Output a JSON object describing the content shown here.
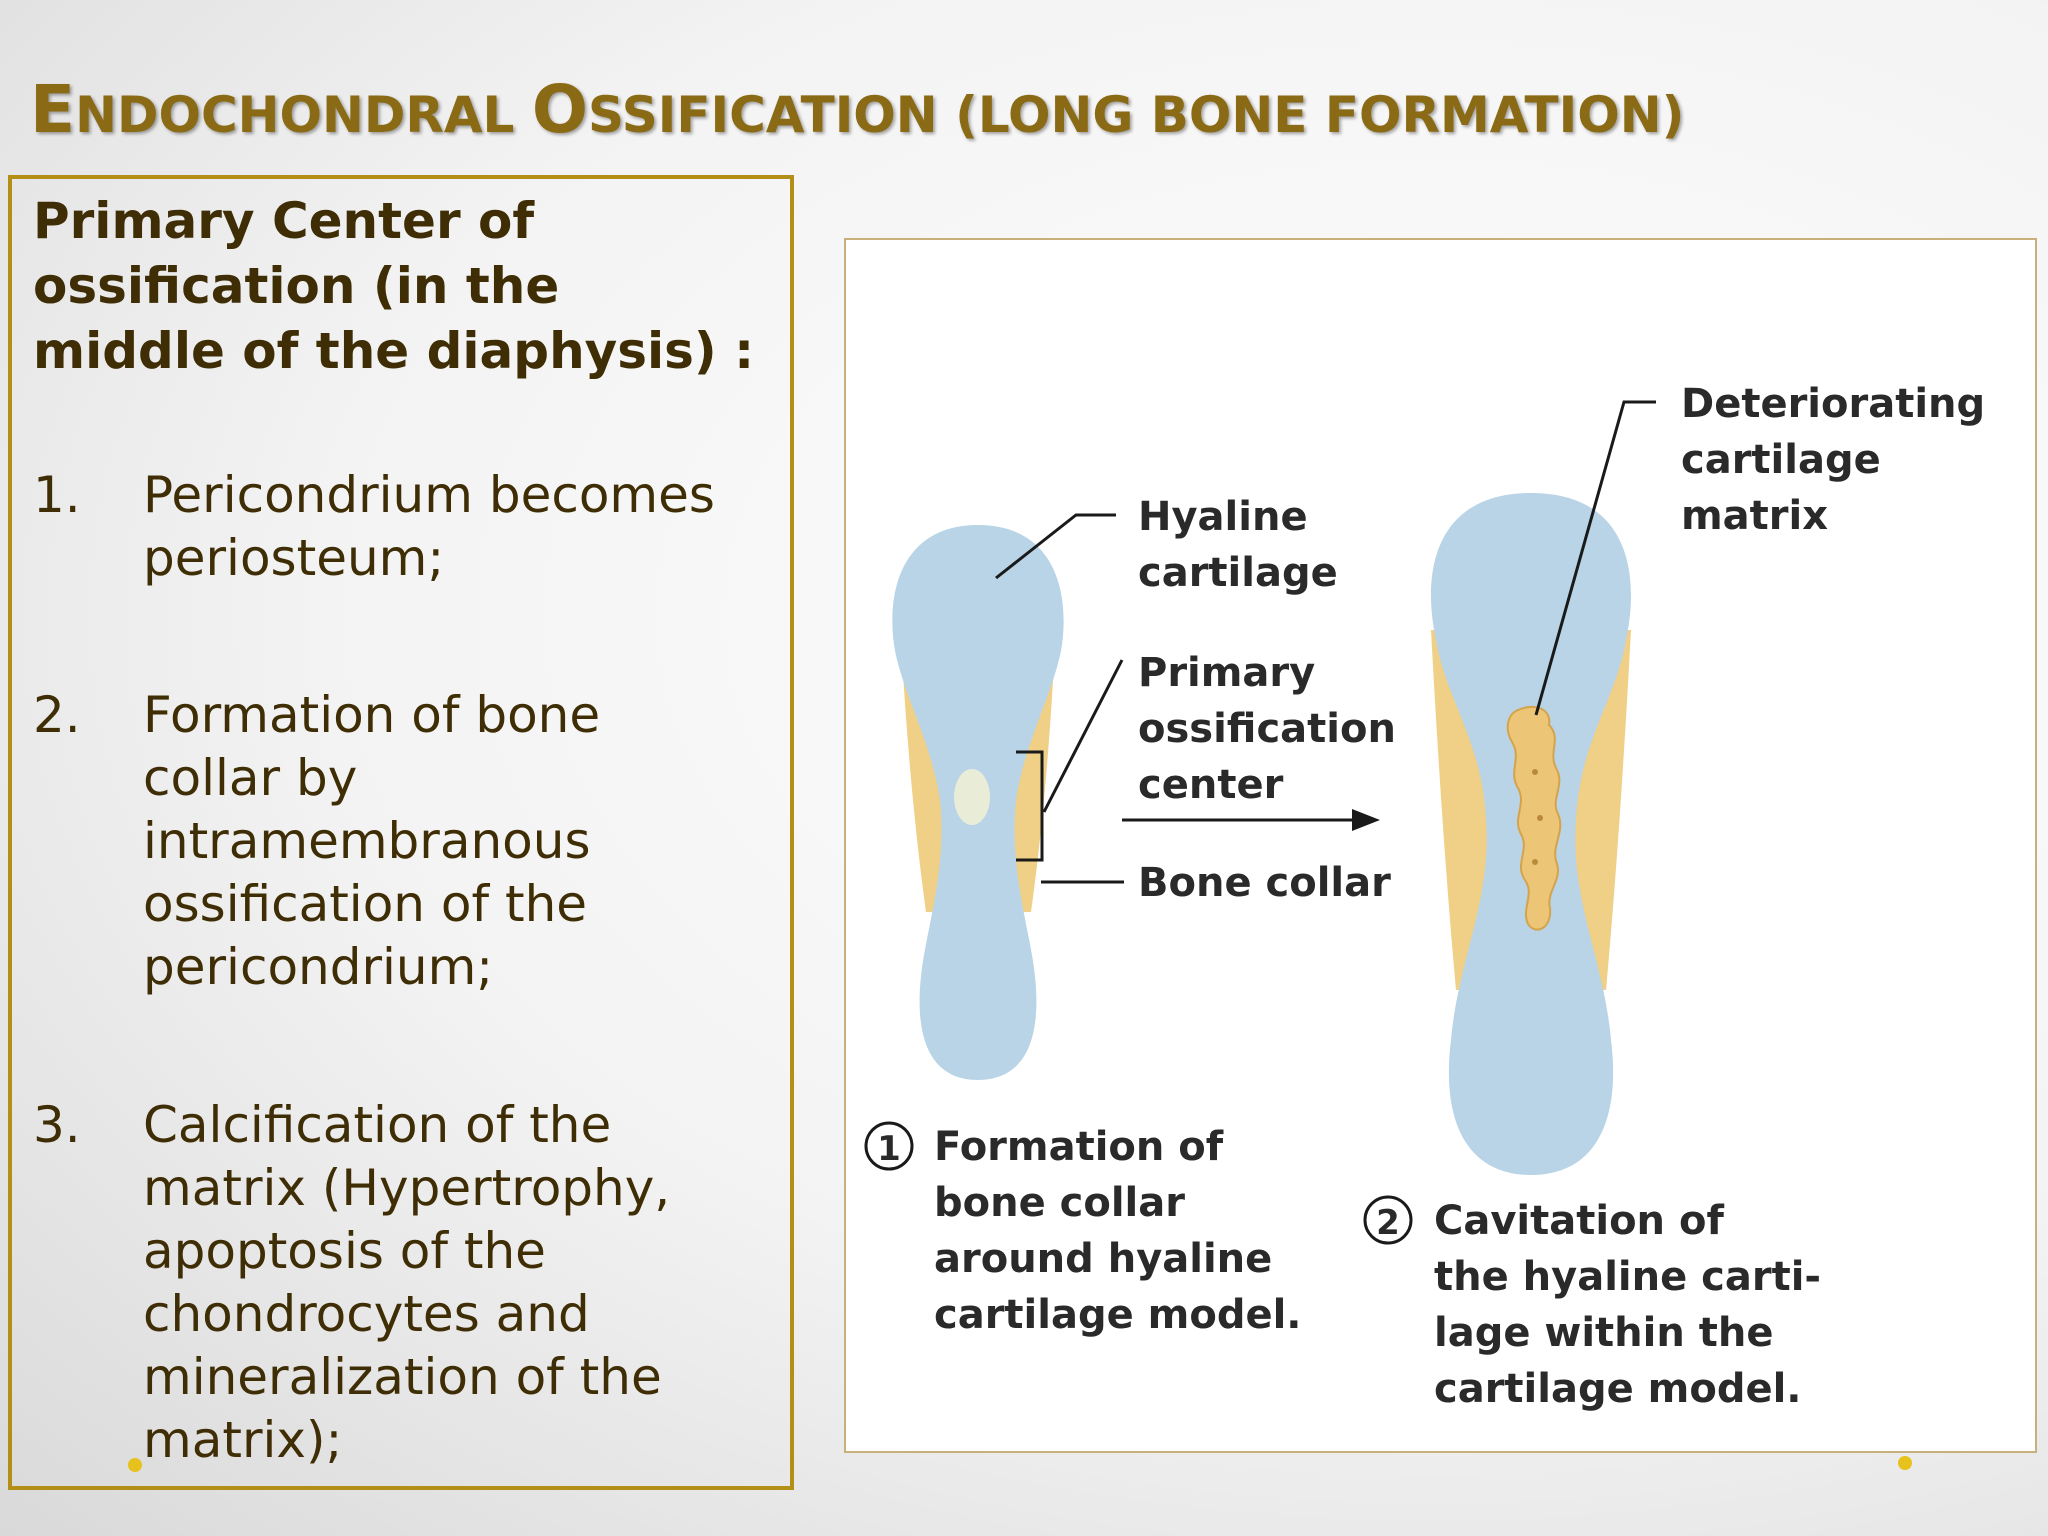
{
  "title": {
    "w1_cap": "E",
    "w1_rest": "NDOCHONDRAL",
    "w2_cap": "O",
    "w2_rest": "SSIFICATION",
    "w3": "(LONG BONE FORMATION)"
  },
  "textbox": {
    "heading": [
      "Primary Center of",
      "ossification  (in the",
      "middle of the diaphysis) :"
    ],
    "items": [
      {
        "number": "1.",
        "lines": [
          "Pericondrium becomes",
          "periosteum;"
        ]
      },
      {
        "number": "2.",
        "lines": [
          "Formation of bone",
          "collar by",
          "intramembranous",
          "ossification of the",
          "pericondrium;"
        ]
      },
      {
        "number": "3.",
        "lines": [
          "Calcification of the",
          "matrix (Hypertrophy,",
          "apoptosis  of the",
          "chondrocytes and",
          "mineralization of the",
          "matrix);"
        ]
      }
    ]
  },
  "diagram": {
    "labels": {
      "hyaline": [
        "Hyaline",
        "cartilage"
      ],
      "primary": [
        "Primary",
        "ossification",
        "center"
      ],
      "bone_collar": "Bone collar",
      "deteriorating": [
        "Deteriorating",
        "cartilage",
        "matrix"
      ]
    },
    "step1": {
      "number": "1",
      "lines": [
        "Formation of",
        "bone collar",
        "around hyaline",
        "cartilage model."
      ]
    },
    "step2": {
      "number": "2",
      "lines": [
        "Cavitation of",
        "the hyaline carti-",
        "lage within the",
        "cartilage model."
      ]
    },
    "colors": {
      "cartilage": "#b8d4e6",
      "bone_collar": "#f0cf86",
      "title": "#8a6a14",
      "border": "#b48f18"
    }
  }
}
